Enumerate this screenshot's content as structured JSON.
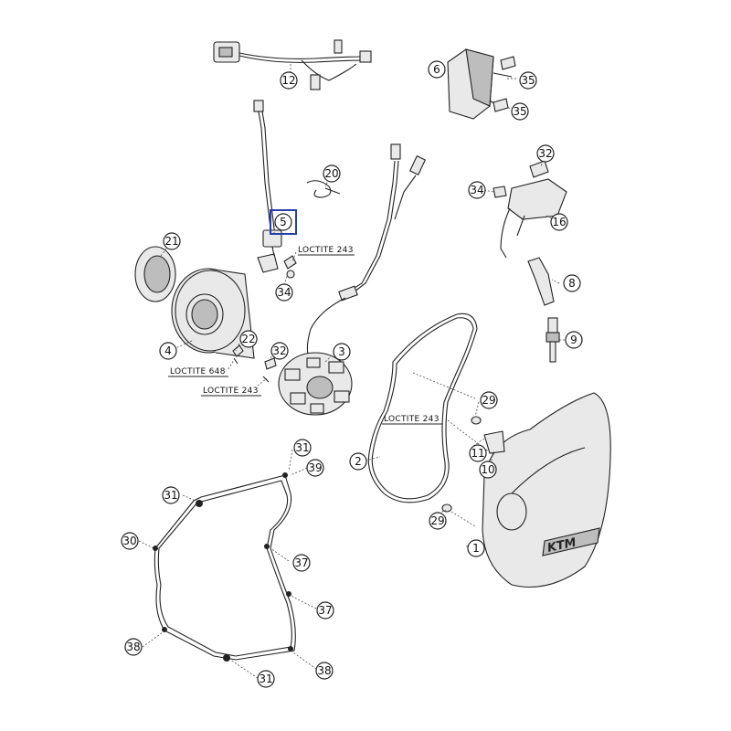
{
  "callouts": {
    "c12": "12",
    "c6": "6",
    "c35a": "35",
    "c35b": "35",
    "c20": "20",
    "c5": "5",
    "c32a": "32",
    "c34a": "34",
    "c16": "16",
    "c21": "21",
    "c34b": "34",
    "c8": "8",
    "c9": "9",
    "c4": "4",
    "c22": "22",
    "c32b": "32",
    "c3": "3",
    "c29a": "29",
    "c2": "2",
    "c11": "11",
    "c10": "10",
    "c31a": "31",
    "c39": "39",
    "c31b": "31",
    "c30": "30",
    "c37a": "37",
    "c37b": "37",
    "c38a": "38",
    "c31c": "31",
    "c38b": "38",
    "c29b": "29",
    "c1": "1"
  },
  "labels": {
    "loctite_243_a": "LOCTITE 243",
    "loctite_648": "LOCTITE 648",
    "loctite_243_b": "LOCTITE 243",
    "loctite_243_c": "LOCTITE 243"
  },
  "highlight": {
    "part": "5",
    "color": "#2b3ea8"
  }
}
